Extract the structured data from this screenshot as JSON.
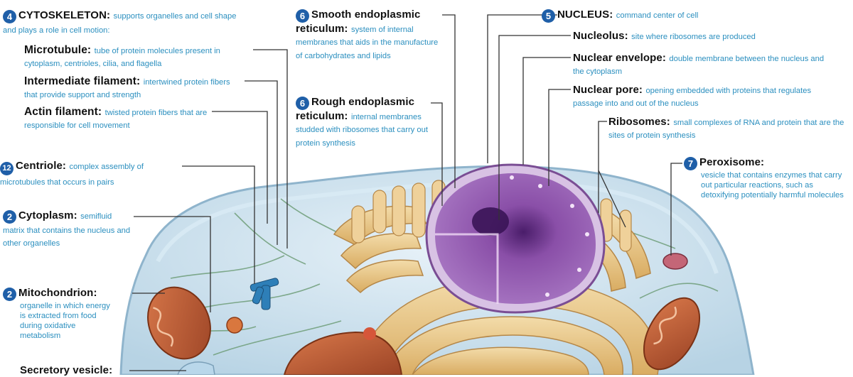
{
  "labels": {
    "cytoskeleton": {
      "num": "4",
      "name": "CYTOSKELETON:",
      "desc": "supports organelles and cell shape and plays a role in cell motion:"
    },
    "microtubule": {
      "name": "Microtubule:",
      "desc": "tube of protein molecules present in cytoplasm, centrioles, cilia, and flagella"
    },
    "intermediate": {
      "name": "Intermediate filament:",
      "desc": "intertwined protein fibers that provide support and strength"
    },
    "actin": {
      "name": "Actin filament:",
      "desc": "twisted protein fibers that are responsible for cell movement"
    },
    "centriole": {
      "num": "12",
      "name": "Centriole:",
      "desc": "complex assembly of microtubules that occurs in pairs"
    },
    "cytoplasm": {
      "num": "2",
      "name": "Cytoplasm:",
      "desc": "semifluid matrix that contains the nucleus and other organelles"
    },
    "mitochondrion": {
      "num": "2",
      "name": "Mitochondrion:",
      "desc": "organelle in which energy is extracted from food during oxidative metabolism"
    },
    "secretory": {
      "name": "Secretory vesicle:"
    },
    "smooth_er": {
      "num": "6",
      "name": "Smooth endoplasmic reticulum:",
      "desc": "system of internal membranes that aids in the manufacture of carbohydrates and lipids"
    },
    "rough_er": {
      "num": "6",
      "name": "Rough endoplasmic reticulum:",
      "desc": "internal membranes studded with ribosomes that carry out protein synthesis"
    },
    "nucleus": {
      "num": "5",
      "name": "NUCLEUS:",
      "desc": "command center of cell"
    },
    "nucleolus": {
      "name": "Nucleolus:",
      "desc": "site where ribosomes are produced"
    },
    "envelope": {
      "name": "Nuclear envelope:",
      "desc": "double membrane between the nucleus and the cytoplasm"
    },
    "pore": {
      "name": "Nuclear pore:",
      "desc": "opening embedded with proteins that regulates passage into and out of the nucleus"
    },
    "ribosomes": {
      "name": "Ribosomes:",
      "desc": "small complexes of RNA and protein that are the sites of protein synthesis"
    },
    "peroxisome": {
      "num": "7",
      "name": "Peroxisome:",
      "desc": "vesicle that contains enzymes that carry out particular reactions, such as detoxifying potentially harmful molecules"
    }
  },
  "colors": {
    "label_name": "#111111",
    "label_desc": "#2b8fbf",
    "number_badge": "#1f5fa8",
    "cytoplasm": "#cfe3ef",
    "nucleus": "#8a4fa8",
    "endoplasmic_reticulum": "#e9c98a",
    "mitochondrion": "#c8643a"
  }
}
